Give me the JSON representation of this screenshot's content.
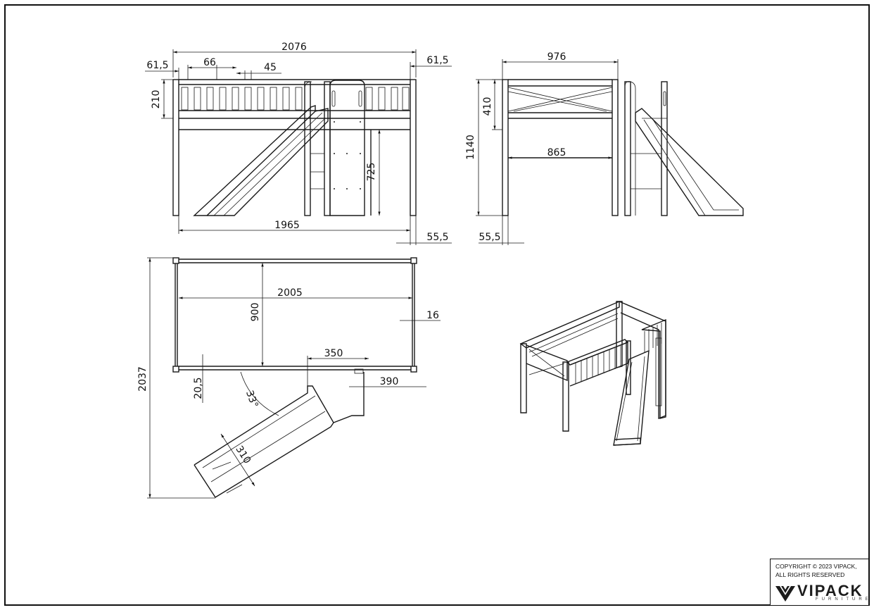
{
  "dimensions": {
    "front_total_width": "2076",
    "front_left_post": "61,5",
    "front_right_post": "61,5",
    "front_rail_spacing": "66",
    "front_slat_gap": "45",
    "front_rail_height": "210",
    "front_platform_height": "725",
    "front_inner_width": "1965",
    "front_foot_offset": "55,5",
    "side_total_width": "976",
    "side_rail_height": "410",
    "side_total_height": "1140",
    "side_inner_width": "865",
    "side_foot_offset": "55,5",
    "top_inner_length": "2005",
    "top_inner_width": "900",
    "top_edge": "16",
    "top_total_length": "2037",
    "top_slide_offset": "350",
    "top_slide_extent": "390",
    "top_rail_offset": "20,5",
    "slide_angle": "33°",
    "slide_width": "310"
  },
  "titleblock": {
    "copyright_line1": "COPYRIGHT  © 2023 VIPACK,",
    "copyright_line2": "ALL RIGHTS RESERVED",
    "brand": "VIPACK",
    "brand_sub": "FURNITURE"
  }
}
